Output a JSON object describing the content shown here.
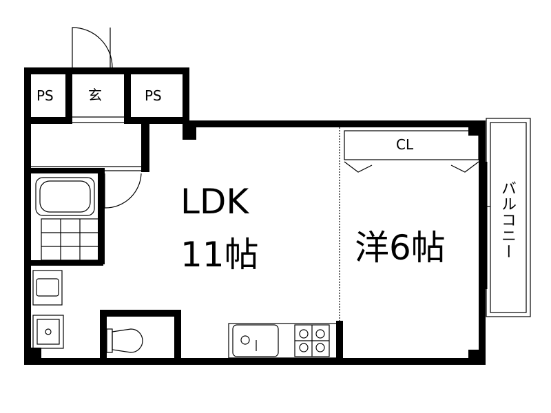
{
  "rooms": {
    "ps_left": "PS",
    "genkan": "玄",
    "ps_right": "PS",
    "closet": "CL",
    "ldk_line1": "LDK",
    "ldk_line2": "11帖",
    "western": "洋6帖",
    "balcony": "バルコニー"
  }
}
